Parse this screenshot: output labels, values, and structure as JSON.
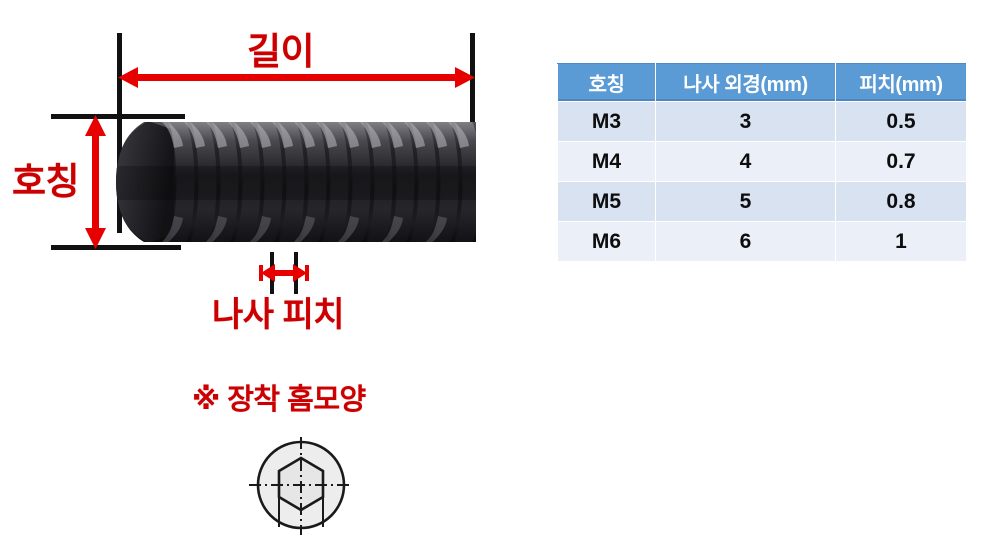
{
  "diagram": {
    "annotations": {
      "length_label": "길이",
      "size_label": "호칭",
      "pitch_label": "나사 피치",
      "groove_label": "※ 장착 홈모양"
    },
    "icons": {
      "length_arrow": "horizontal-double-arrow-icon",
      "size_arrow": "vertical-double-arrow-icon",
      "pitch_arrow": "pitch-double-arrow-icon",
      "screw": "set-screw-image",
      "socket": "hex-socket-icon"
    },
    "colors": {
      "annotation_red": "#cc0000",
      "reference_line": "#111111",
      "table_header_blue": "#5b9bd5",
      "table_row_dark": "#d8e2f0",
      "table_row_light": "#eaeff8"
    }
  },
  "table": {
    "headers": [
      "호칭",
      "나사 외경(mm)",
      "피치(mm)"
    ],
    "rows": [
      [
        "M3",
        "3",
        "0.5"
      ],
      [
        "M4",
        "4",
        "0.7"
      ],
      [
        "M5",
        "5",
        "0.8"
      ],
      [
        "M6",
        "6",
        "1"
      ]
    ]
  }
}
